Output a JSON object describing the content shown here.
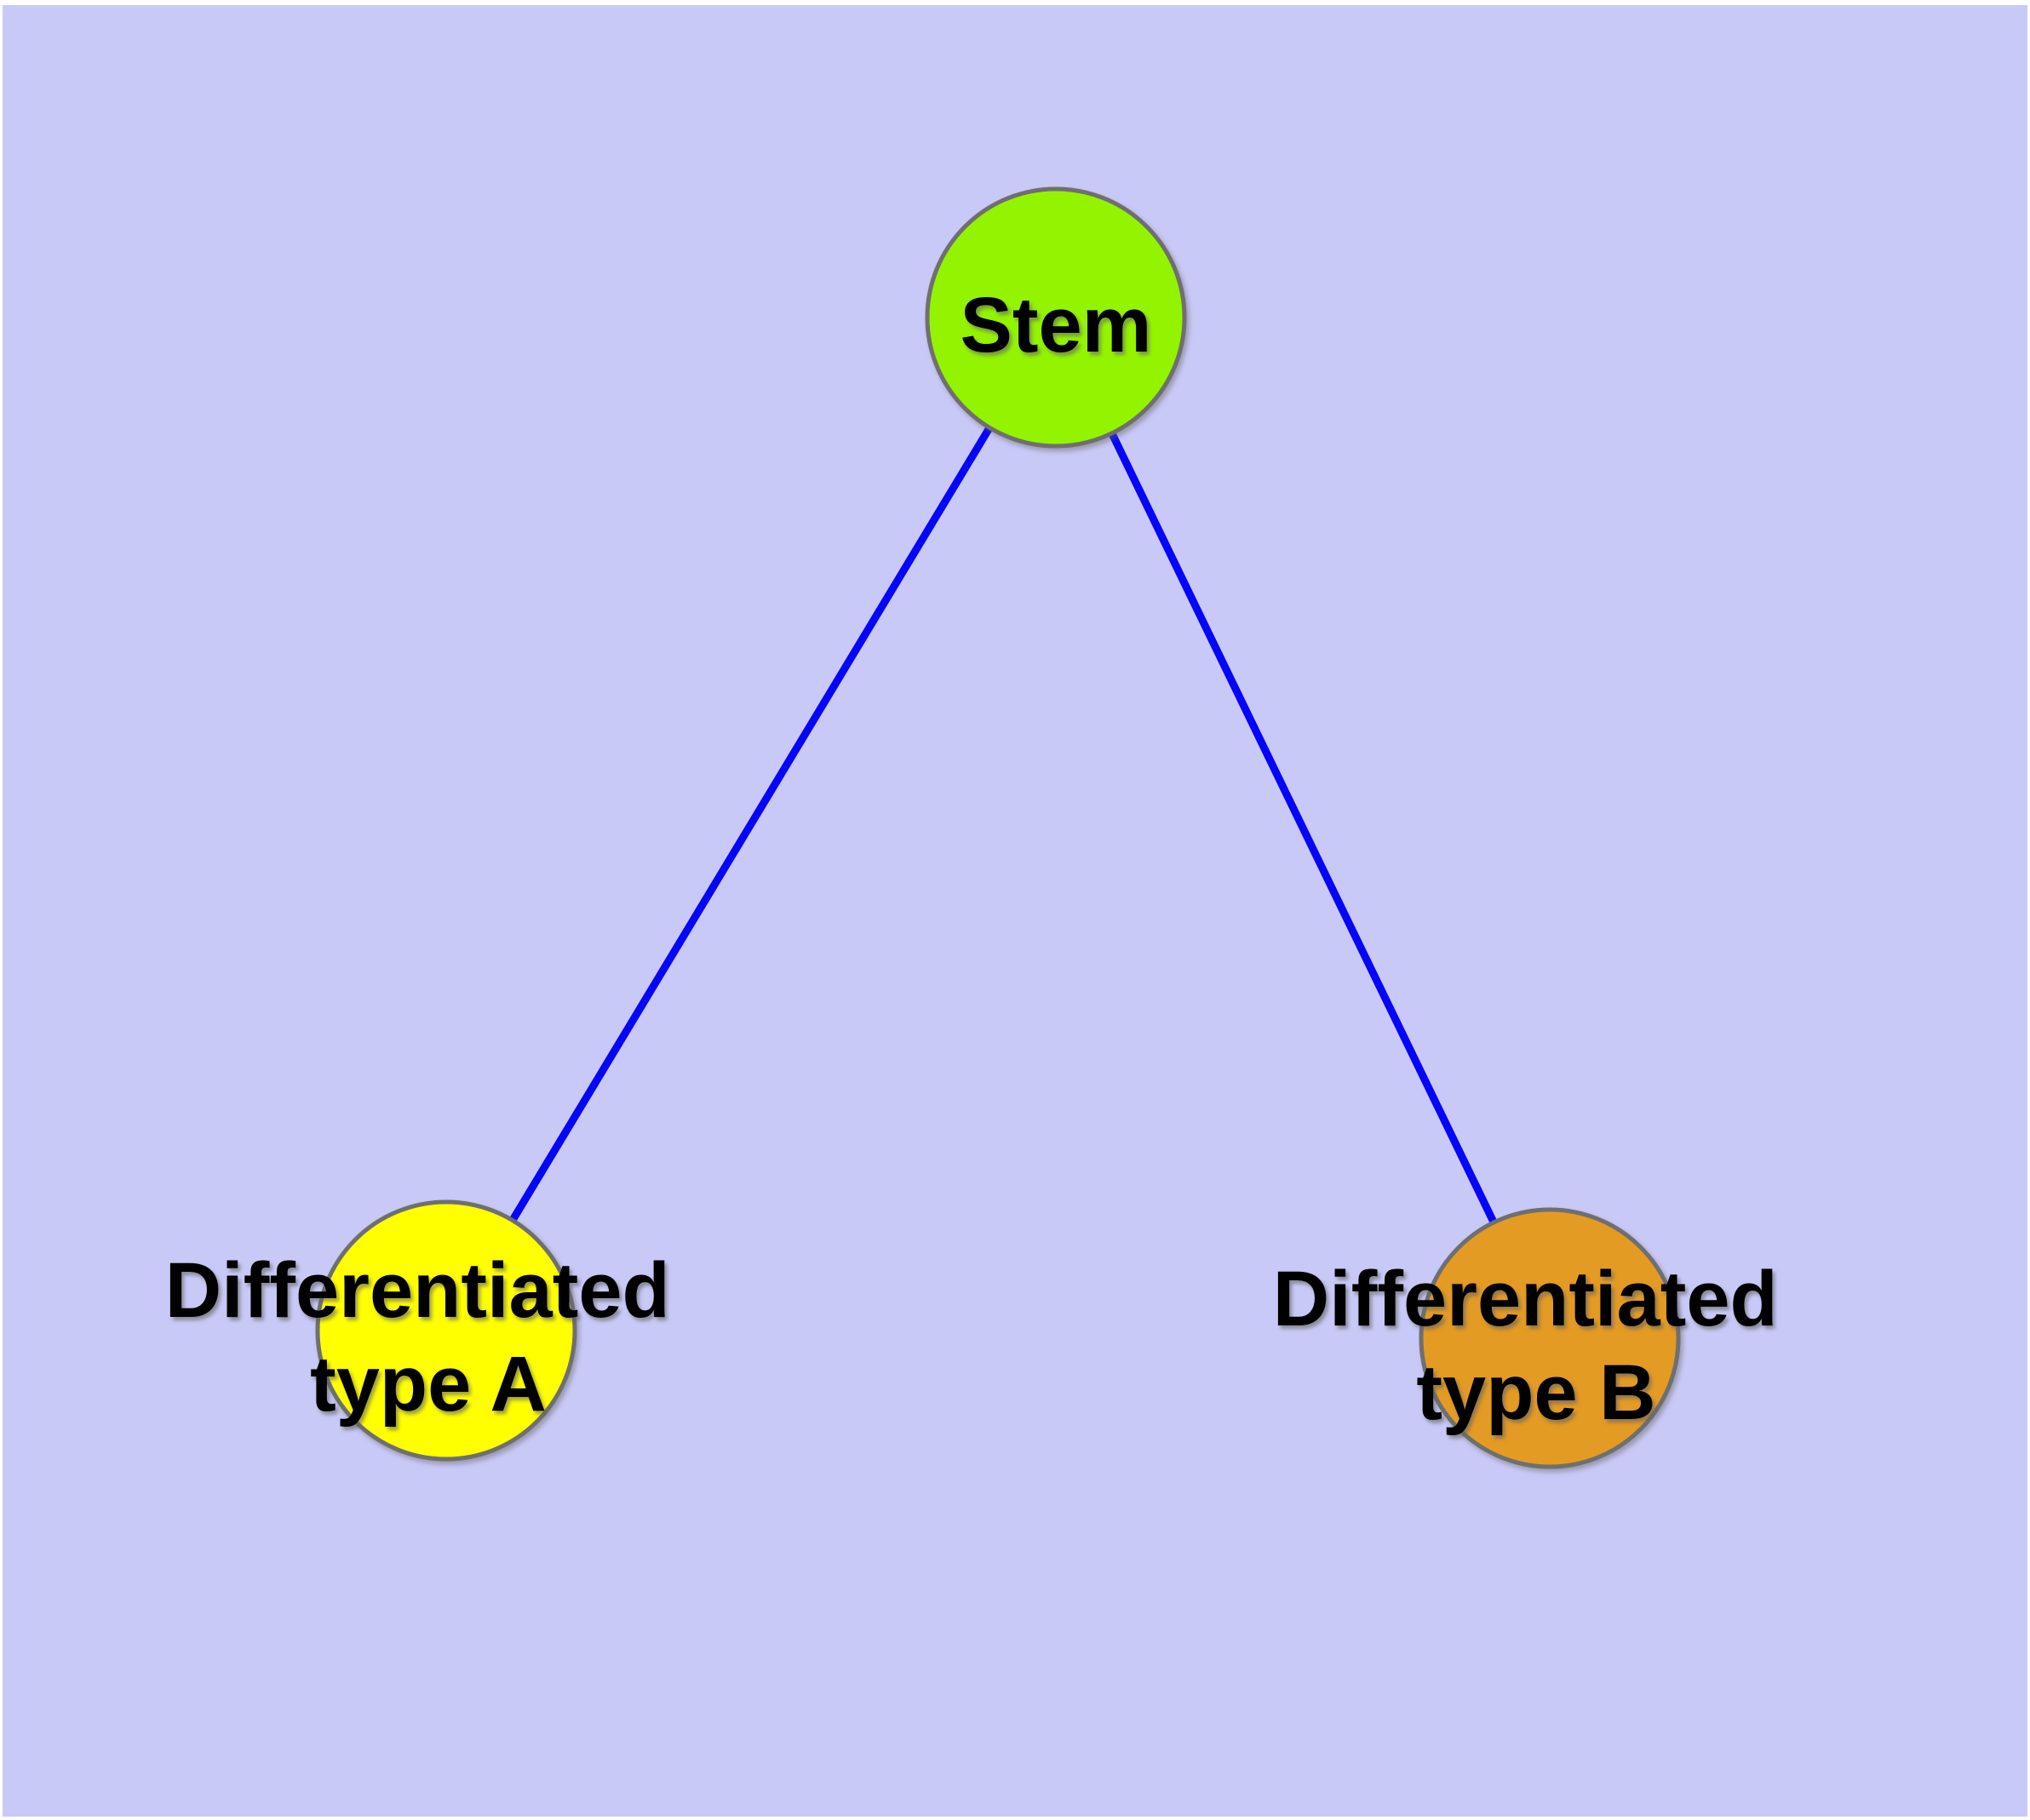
{
  "figure": {
    "type": "node-link-diagram",
    "background_color": "#C9C9F7",
    "frame_color": "#FFFFFF",
    "edge_color": "#0505FA",
    "node_border_color": "#6F6F6F",
    "label_color": "#000000",
    "nodes": [
      {
        "id": "stem",
        "label": "Stem",
        "lines": [
          "Stem"
        ],
        "fill": "#94F400"
      },
      {
        "id": "differentiated-type-a",
        "label": "Differentiated type A",
        "lines": [
          "Differentiated",
          "type A"
        ],
        "fill": "#FFFF00"
      },
      {
        "id": "differentiated-type-b",
        "label": "Differentiated type B",
        "lines": [
          "Differentiated",
          "type B"
        ],
        "fill": "#E49B24"
      }
    ],
    "edges": [
      {
        "from": "Stem",
        "to": "Differentiated type A"
      },
      {
        "from": "Stem",
        "to": "Differentiated type B"
      }
    ]
  }
}
